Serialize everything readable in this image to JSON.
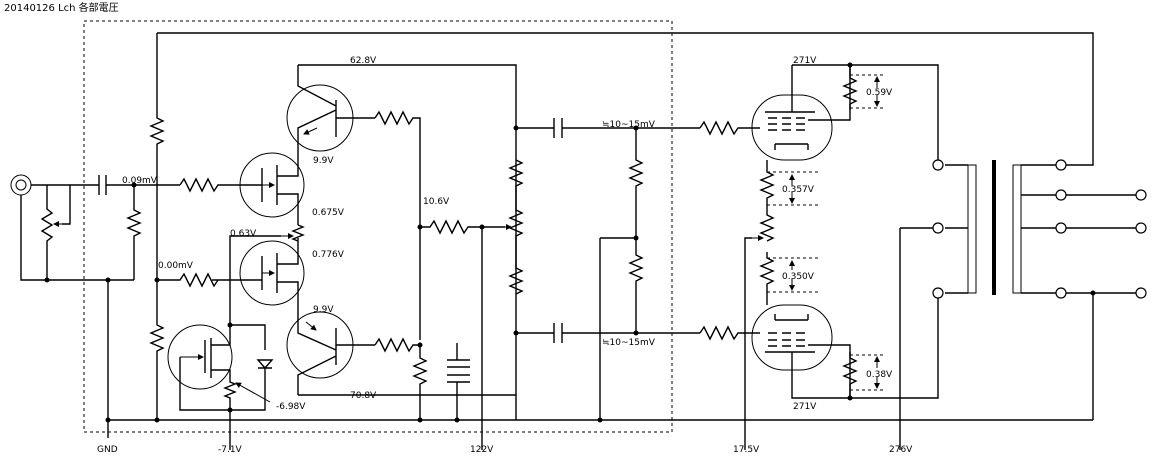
{
  "title": "20140126 Lch 各部電圧",
  "labels": {
    "input_voltage": "0.09mV",
    "q1_emitter": "9.9V",
    "q1_collector": "62.8V",
    "j1_drain": "0.675V",
    "j2_ref": "0.63V",
    "j2_drain": "0.776V",
    "j2_gate": "0.00mV",
    "q2_emitter": "9.9V",
    "q2_collector": "70.8V",
    "mid_node": "10.6V",
    "cs_node": "-6.98V",
    "coupling_top": "≒10~15mV",
    "coupling_bottom": "≒10~15mV",
    "tube_top_plate": "271V",
    "tube_bottom_plate": "271V",
    "tube_top_cathode": "0.59V",
    "tube_bottom_cathode": "0.38V",
    "bias_top": "0.357V",
    "bias_bottom": "0.350V",
    "gnd": "GND",
    "neg_supply": "-7.1V",
    "supply_122": "122V",
    "supply_17_5": "17.5V",
    "supply_276": "276V"
  }
}
